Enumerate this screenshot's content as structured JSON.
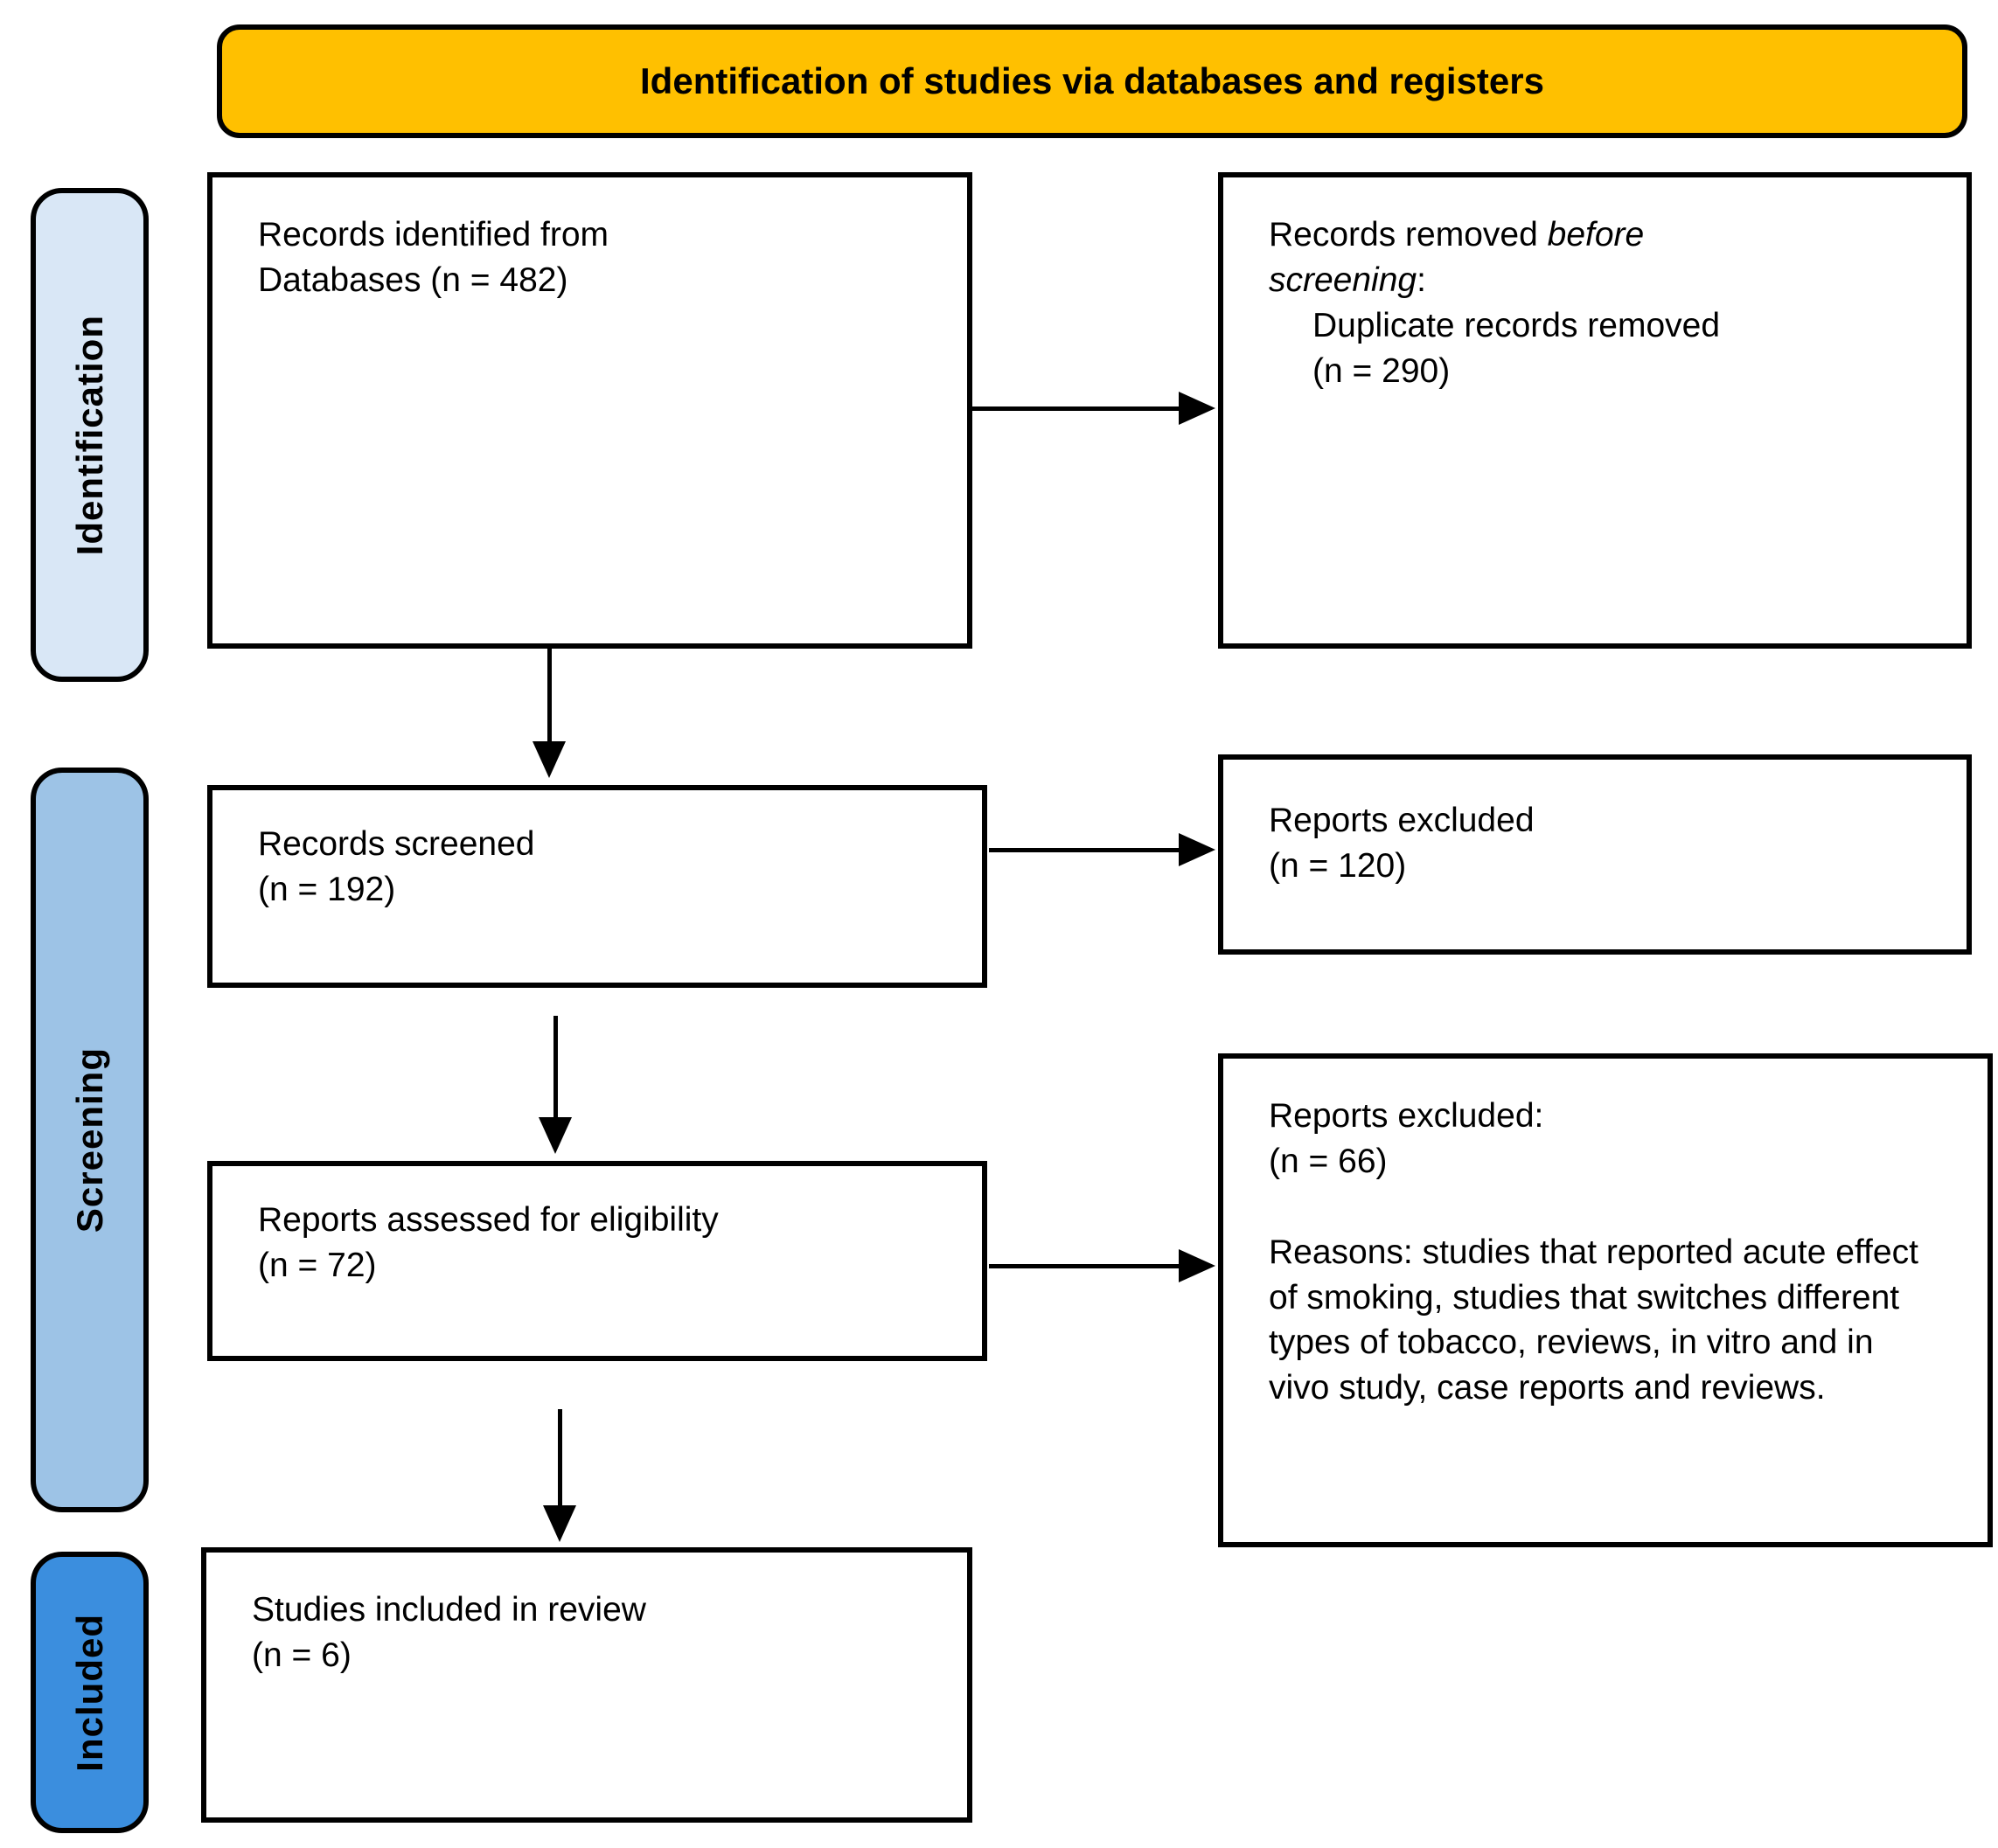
{
  "banner": {
    "title": "Identification of studies via databases and registers"
  },
  "sidebar": {
    "items": [
      {
        "label": "Identification",
        "color": "#D9E7F6"
      },
      {
        "label": "Screening",
        "color": "#9DC3E6"
      },
      {
        "label": "Included",
        "color": "#3B8EDE"
      }
    ]
  },
  "colors": {
    "banner": "#FFC000",
    "box_border": "#000000",
    "arrow": "#000000"
  },
  "boxes": {
    "records_identified": "Records identified from\nDatabases (n = 482)",
    "records_removed": {
      "prefix": "Records removed ",
      "italic": "before\nscreening",
      "suffix": ":",
      "detail": "Duplicate records removed\n(n = 290)"
    },
    "records_screened": "Records screened\n(n = 192)",
    "reports_excluded": "Reports excluded\n(n = 120)",
    "reports_assessed": "Reports assessed for eligibility\n(n = 72)",
    "reports_excluded_detailed": {
      "heading": "Reports excluded:\n(n = 66)",
      "reasons": "Reasons: studies that reported acute effect of smoking, studies that switches different types of tobacco, reviews, in vitro and in vivo study, case reports and reviews."
    },
    "studies_included": "Studies included in review\n(n = 6)"
  }
}
